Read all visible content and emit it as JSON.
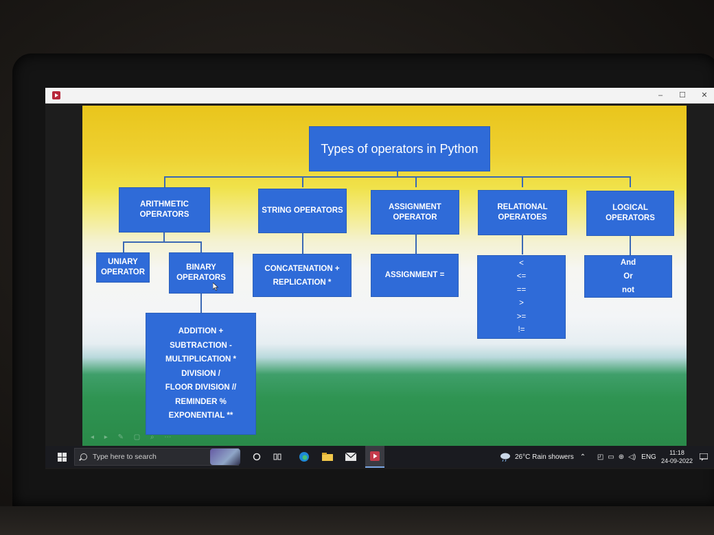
{
  "slide": {
    "title": "Types of operators in Python",
    "categories": {
      "arithmetic": "ARITHMETIC\nOPERATORS",
      "string": "STRING OPERATORS",
      "assignment": "ASSIGNMENT\nOPERATOR",
      "relational": "RELATIONAL\nOPERATOES",
      "logical": "LOGICAL OPERATORS"
    },
    "uniary": "UNIARY\nOPERATOR",
    "binary": "BINARY\nOPERATORS",
    "string_ops": [
      "CONCATENATION  +",
      "REPLICATION   *"
    ],
    "assignment_op": "ASSIGNMENT   =",
    "relational_ops": [
      "<",
      "<=",
      "==",
      ">",
      ">=",
      "!="
    ],
    "logical_ops": [
      "And",
      "Or",
      "not"
    ],
    "binary_ops": [
      "ADDITION   +",
      "SUBTRACTION -",
      "MULTIPLICATION *",
      "DIVISION  /",
      "FLOOR DIVISION  //",
      "REMINDER  %",
      "EXPONENTIAL  **"
    ]
  },
  "taskbar": {
    "search_placeholder": "Type here to search",
    "weather": "26°C  Rain showers",
    "language": "ENG",
    "time": "11:18",
    "date": "24-09-2022"
  },
  "window": {
    "minimize_glyph": "–",
    "maximize_glyph": "☐",
    "close_glyph": "✕"
  }
}
